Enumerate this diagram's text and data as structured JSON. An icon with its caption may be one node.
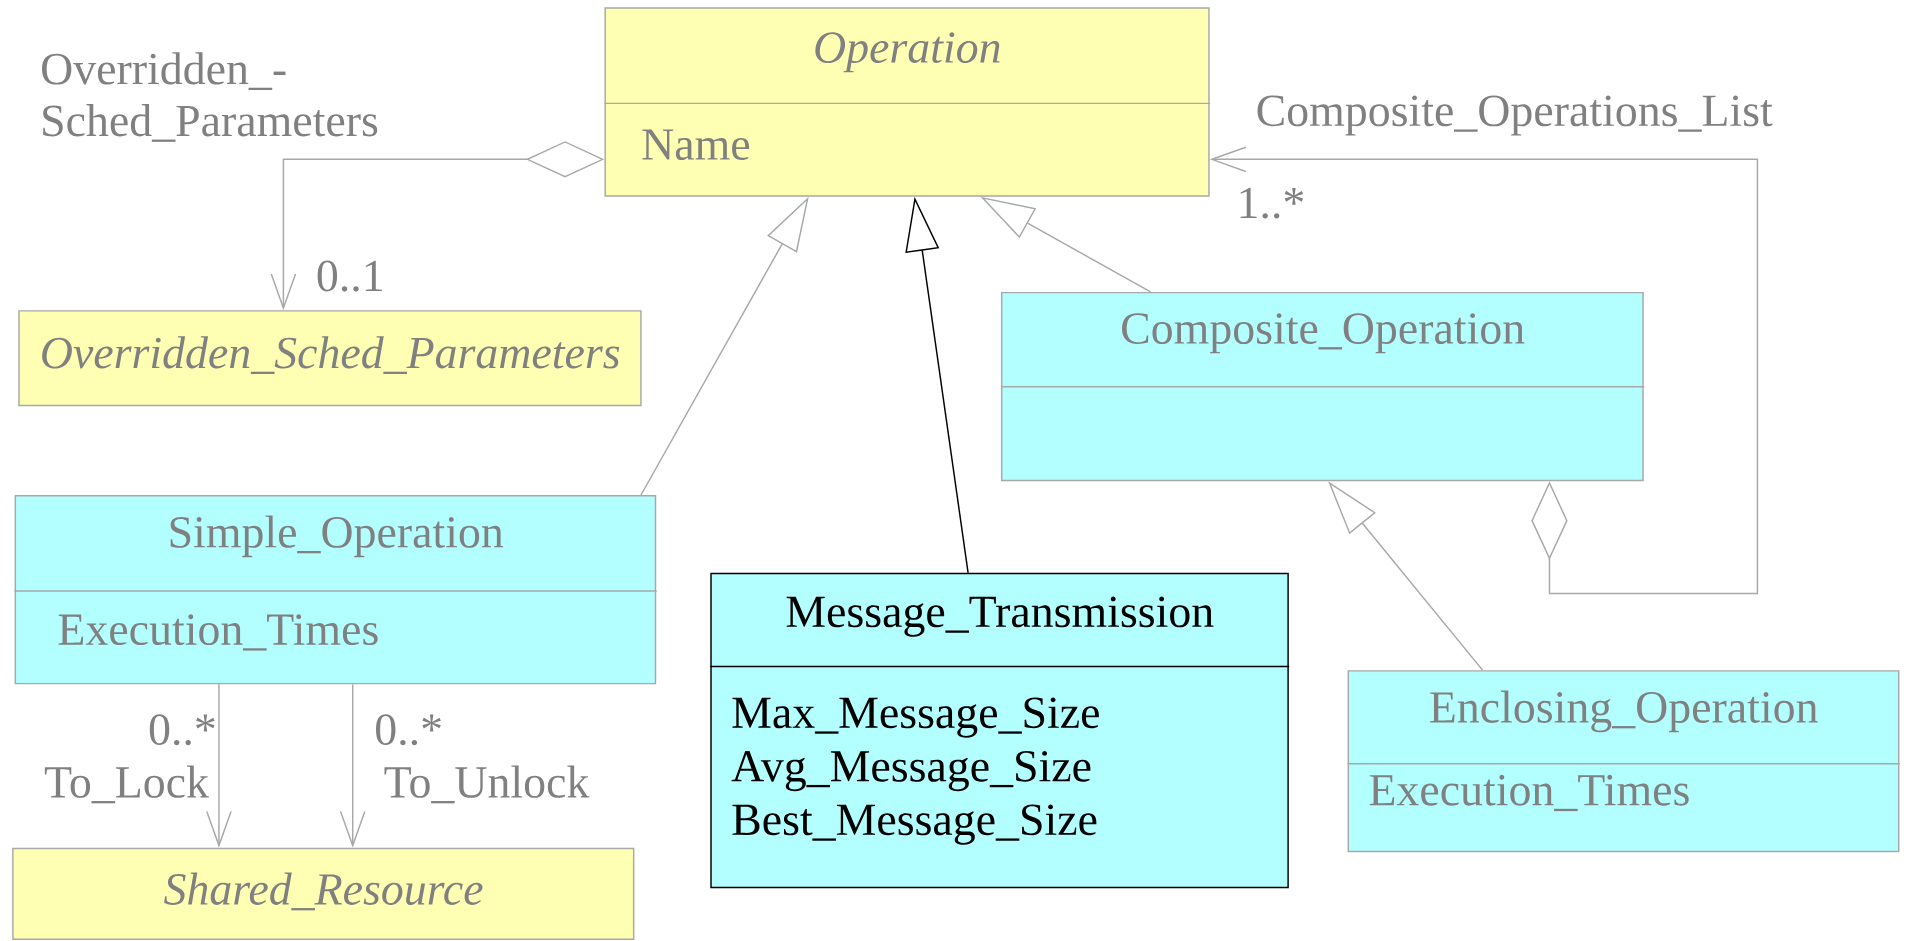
{
  "diagram": {
    "nodes": [
      {
        "text": [
          "Operation",
          "Name"
        ]
      },
      {
        "text": [
          "Overridden_Sched_Parameters"
        ]
      },
      {
        "text": [
          "Composite_Operation"
        ]
      },
      {
        "text": [
          "Simple_Operation",
          "Execution_Times"
        ]
      },
      {
        "text": [
          "Message_Transmission",
          "Max_Message_Size",
          "Avg_Message_Size",
          "Best_Message_Size"
        ]
      },
      {
        "text": [
          "Enclosing_Operation",
          "Execution_Times"
        ]
      },
      {
        "text": [
          "Shared_Resource"
        ]
      }
    ],
    "edges": [
      {
        "from": 0,
        "to": 1,
        "arrow": "to",
        "label": "Overridden_- Sched_Parameters"
      },
      {
        "from": 3,
        "to": 0,
        "arrow": "to"
      },
      {
        "from": 4,
        "to": 0,
        "arrow": "to",
        "color": "#000000"
      },
      {
        "from": 2,
        "to": 0,
        "arrow": "to"
      },
      {
        "from": 5,
        "to": 2,
        "arrow": "to"
      },
      {
        "from": 2,
        "to": 0,
        "arrow": "to",
        "label": "Composite_Operations_List"
      },
      {
        "from": 3,
        "to": 6,
        "arrow": "to",
        "label": "To_Lock"
      },
      {
        "from": 3,
        "to": 6,
        "arrow": "to",
        "label": "To_Unlock"
      }
    ],
    "labels": [
      "1..*",
      "0..1",
      "0..*",
      "0..*"
    ]
  }
}
